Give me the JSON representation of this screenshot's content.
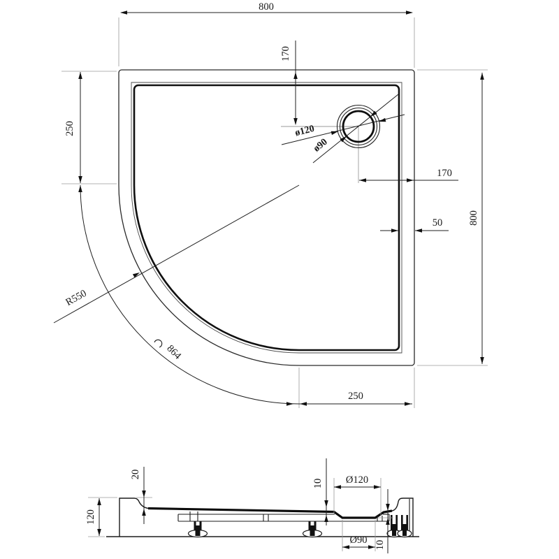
{
  "plan": {
    "dim_width_top": "800",
    "dim_drain_offset_top": "170",
    "dim_left_straight_edge": "250",
    "drain_outer_diameter": "ø120",
    "drain_inner_diameter": "ø90",
    "dim_drain_offset_right": "170",
    "dim_rim_width": "50",
    "dim_height_right": "800",
    "dim_bottom_straight_edge": "250",
    "corner_radius": "R550",
    "arc_length": "864"
  },
  "section": {
    "dim_rim_to_floor_drop": "20",
    "dim_total_height": "120",
    "dim_floor_thickness": "10",
    "drain_recess_outer_diameter": "Ø120",
    "drain_recess_inner_diameter": "Ø90",
    "dim_recess_depth": "10"
  }
}
